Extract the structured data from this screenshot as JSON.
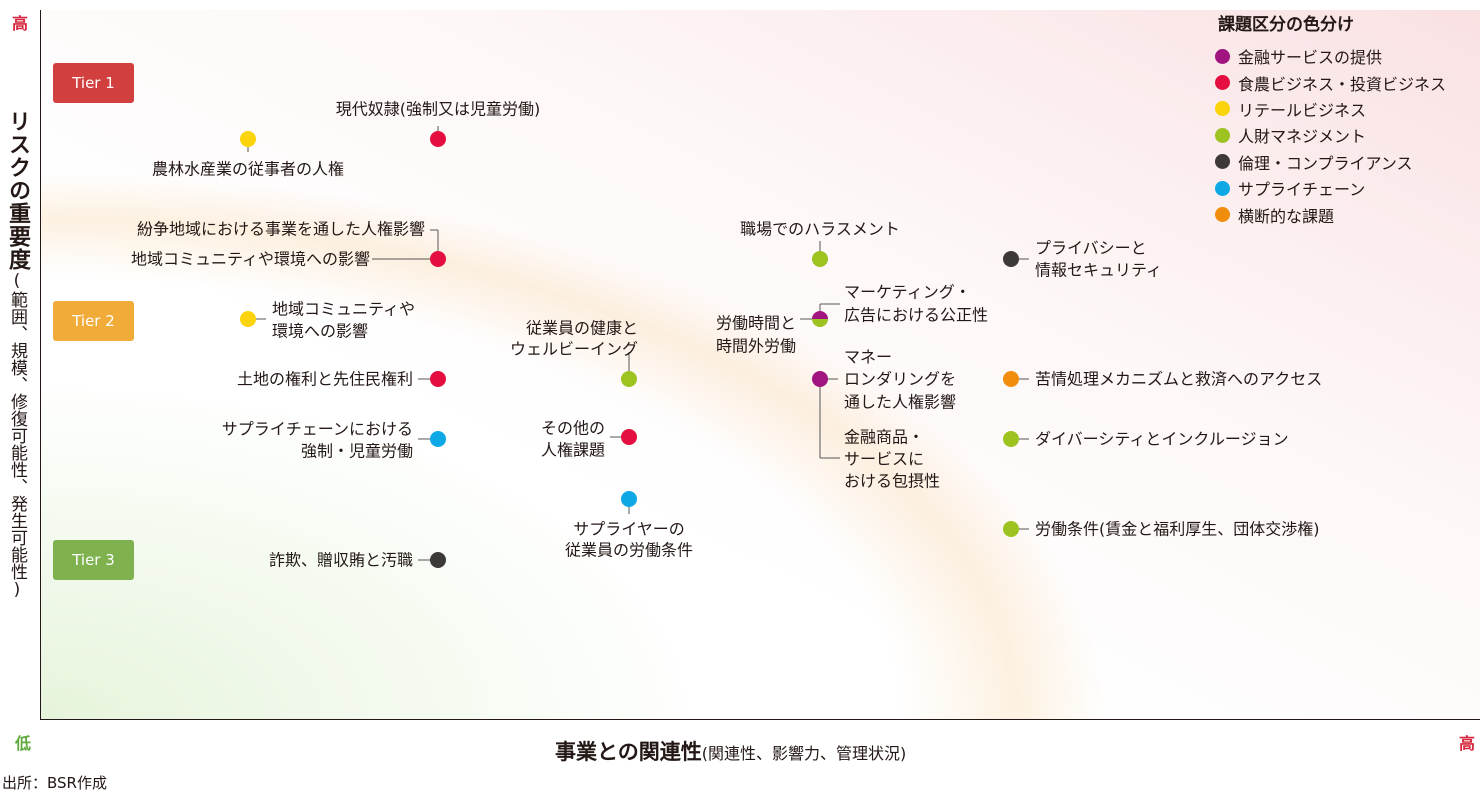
{
  "chart_data": {
    "type": "scatter",
    "axes": {
      "y_title": "リスクの重要度",
      "y_title_note": "(範囲、規模、修復可能性、発生可能性)",
      "x_title": "事業との関連性",
      "x_title_note": "(関連性、影響力、管理状況)",
      "y_high": "高",
      "low": "低",
      "x_high": "高"
    },
    "tiers": [
      "Tier 1",
      "Tier 2",
      "Tier 3"
    ],
    "legend": {
      "title": "課題区分の色分け",
      "categories": [
        {
          "key": "finance",
          "label": "金融サービスの提供",
          "color": "#a0157f"
        },
        {
          "key": "food",
          "label": "食農ビジネス・投資ビジネス",
          "color": "#e40f40"
        },
        {
          "key": "retail",
          "label": "リテールビジネス",
          "color": "#fbd30b"
        },
        {
          "key": "hr",
          "label": "人財マネジメント",
          "color": "#9cc320"
        },
        {
          "key": "ethics",
          "label": "倫理・コンプライアンス",
          "color": "#3d3939"
        },
        {
          "key": "supply",
          "label": "サプライチェーン",
          "color": "#0ea8e6"
        },
        {
          "key": "cross",
          "label": "横断的な課題",
          "color": "#f08d0c"
        }
      ]
    },
    "points": [
      {
        "id": "p1",
        "category": "retail",
        "label": [
          "農林水産業の従事者の人権"
        ]
      },
      {
        "id": "p2",
        "category": "food",
        "label": [
          "現代奴隷(強制又は児童労働)"
        ]
      },
      {
        "id": "p3",
        "category": "food",
        "label": [
          "紛争地域における事業を通した人権影響",
          "地域コミュニティや環境への影響"
        ]
      },
      {
        "id": "p4",
        "category": "retail",
        "label": [
          "地域コミュニティや",
          "環境への影響"
        ]
      },
      {
        "id": "p5",
        "category": "food",
        "label": [
          "土地の権利と先住民権利"
        ]
      },
      {
        "id": "p6",
        "category": "supply",
        "label": [
          "サプライチェーンにおける",
          "強制・児童労働"
        ]
      },
      {
        "id": "p7",
        "category": "ethics",
        "label": [
          "詐欺、贈収賄と汚職"
        ]
      },
      {
        "id": "p8",
        "category": "hr",
        "label": [
          "従業員の健康と",
          "ウェルビーイング"
        ]
      },
      {
        "id": "p9",
        "category": "food",
        "label": [
          "その他の",
          "人権課題"
        ]
      },
      {
        "id": "p10",
        "category": "supply",
        "label": [
          "サプライヤーの",
          "従業員の労働条件"
        ]
      },
      {
        "id": "p11",
        "category": "hr",
        "label": [
          "職場でのハラスメント"
        ]
      },
      {
        "id": "p12",
        "category": "hr",
        "category2": "finance",
        "label": [
          "労働時間と",
          "時間外労働",
          "マーケティング・",
          "広告における公正性"
        ]
      },
      {
        "id": "p13",
        "category": "finance",
        "label": [
          "マネー",
          "ロンダリングを",
          "通した人権影響",
          "金融商品・",
          "サービスに",
          "おける包摂性"
        ]
      },
      {
        "id": "p14",
        "category": "ethics",
        "label": [
          "プライバシーと",
          "情報セキュリティ"
        ]
      },
      {
        "id": "p15",
        "category": "cross",
        "label": [
          "苦情処理メカニズムと救済へのアクセス"
        ]
      },
      {
        "id": "p16",
        "category": "hr",
        "label": [
          "ダイバーシティとインクルージョン"
        ]
      },
      {
        "id": "p17",
        "category": "hr",
        "label": [
          "労働条件(賃金と福利厚生、団体交渉権)"
        ]
      }
    ]
  },
  "source": "出所：BSR作成"
}
